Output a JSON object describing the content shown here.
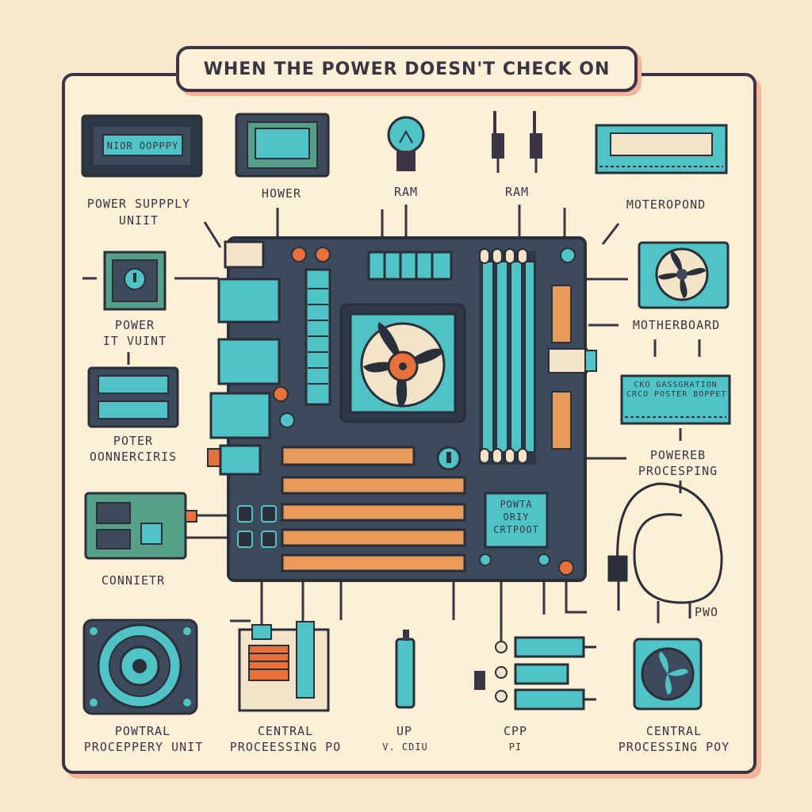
{
  "title": "WHEN THE POWER DOESN'T CHECK ON",
  "colors": {
    "background": "#f8e9cc",
    "ink": "#3a3444",
    "teal": "#4fc3c6",
    "orange": "#e8713a",
    "board": "#3d4a5c",
    "slot": "#e79a5a"
  },
  "top_labels": {
    "psu": [
      "POWER SUPPPLY",
      "UNIIT"
    ],
    "psu_chip": "NIOR OOPPPY",
    "hower": "HOWER",
    "ram1": "RAM",
    "ram2": "RAM",
    "motherboard_top": "MOTEROPOND"
  },
  "left_labels": {
    "power": [
      "POWER",
      "IT VUINT"
    ],
    "connectors": [
      "POTER",
      "OONNERCIRIS"
    ],
    "connector": "CONNIETR"
  },
  "right_labels": {
    "motherboard": "MOTHERBOARD",
    "stick_text": [
      "CKO GASSGRATION",
      "CRCO POSTER BOPPET"
    ],
    "processing": [
      "POWEREB",
      "PROCESPING"
    ],
    "cable": "PWO"
  },
  "bottom_labels": {
    "fan": [
      "POWTRAL",
      "PROCEPPERY UNIT"
    ],
    "cpu_module": [
      "CENTRAL",
      "PROCEESSING PO"
    ],
    "up": [
      "UP",
      "V. CDIU"
    ],
    "cpp": [
      "CPP",
      "PI"
    ],
    "central": [
      "CENTRAL",
      "PROCESSING POY"
    ]
  },
  "board": {
    "chip_label": [
      "POWTA",
      "ORIY",
      "CRTPOOT"
    ]
  },
  "icons": [
    "psu-icon",
    "chip-icon",
    "lightbulb-icon",
    "power-plug-icon",
    "ram-stick-icon",
    "cpu-socket-icon",
    "ram-module-icon",
    "fan-icon",
    "cpu-fan-icon",
    "usb-cable-icon",
    "ssd-icon",
    "fan-unit-icon"
  ]
}
